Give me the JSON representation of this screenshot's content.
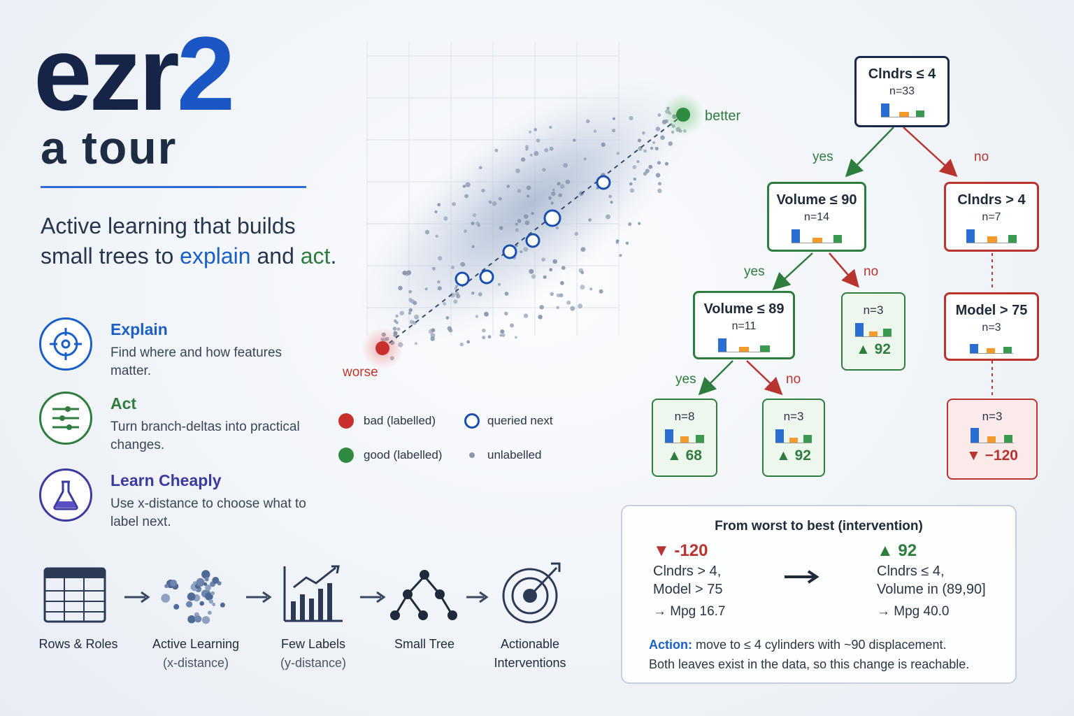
{
  "title": {
    "main": "ezr",
    "accent": "2",
    "subtitle": "a tour"
  },
  "tagline": {
    "part1": "Active learning that builds small trees to ",
    "explain": "explain",
    "part2": " and ",
    "act": "act",
    "part3": "."
  },
  "features": [
    {
      "title": "Explain",
      "desc": "Find where and how features matter.",
      "icon": "target-icon",
      "color": "#1a5fc8"
    },
    {
      "title": "Act",
      "desc": "Turn branch-deltas into practical changes.",
      "icon": "sliders-icon",
      "color": "#2e7d3e"
    },
    {
      "title": "Learn Cheaply",
      "desc": "Use x-distance to choose what to label next.",
      "icon": "flask-icon",
      "color": "#3b3aa0"
    }
  ],
  "pipeline": [
    {
      "label": "Rows & Roles",
      "sub": ""
    },
    {
      "label": "Active Learning",
      "sub": "(x-distance)"
    },
    {
      "label": "Few Labels",
      "sub": "(y-distance)"
    },
    {
      "label": "Small Tree",
      "sub": ""
    },
    {
      "label": "Actionable",
      "sub": "Interventions"
    }
  ],
  "scatter": {
    "better_label": "better",
    "worse_label": "worse",
    "legend": {
      "bad": "bad (labelled)",
      "queried": "queried next",
      "good": "good (labelled)",
      "unlabelled": "unlabelled"
    }
  },
  "tree": {
    "root": {
      "cond": "Clndrs ≤ 4",
      "n": "n=33"
    },
    "vol90": {
      "cond": "Volume ≤ 90",
      "n": "n=14"
    },
    "cl4": {
      "cond": "Clndrs > 4",
      "n": "n=7"
    },
    "vol89": {
      "cond": "Volume ≤ 89",
      "n": "n=11"
    },
    "leaf92a": {
      "n": "n=3",
      "val": "▲ 92"
    },
    "model75": {
      "cond": "Model > 75",
      "n": "n=3"
    },
    "leaf68": {
      "n": "n=8",
      "val": "▲ 68"
    },
    "leaf92b": {
      "n": "n=3",
      "val": "▲ 92"
    },
    "leaf120": {
      "n": "n=3",
      "val": "▼ −120"
    },
    "yes": "yes",
    "no": "no"
  },
  "summary": {
    "title": "From worst to best (intervention)",
    "worst": {
      "delta": "▼ -120",
      "cond1": "Clndrs > 4,",
      "cond2": "Model > 75",
      "mpg": "→ Mpg 16.7"
    },
    "best": {
      "delta": "▲ 92",
      "cond1": "Clndrs ≤ 4,",
      "cond2": "Volume in (89,90]",
      "mpg": "→ Mpg 40.0"
    },
    "action_label": "Action:",
    "action_text": " move to ≤ 4 cylinders with ~90 displacement.",
    "note": "Both leaves exist in the data, so this change is reachable."
  },
  "colors": {
    "navy": "#162447",
    "blue": "#1a5fc8",
    "green": "#2e7d3e",
    "red": "#b8342f",
    "purple": "#3b3aa0"
  }
}
